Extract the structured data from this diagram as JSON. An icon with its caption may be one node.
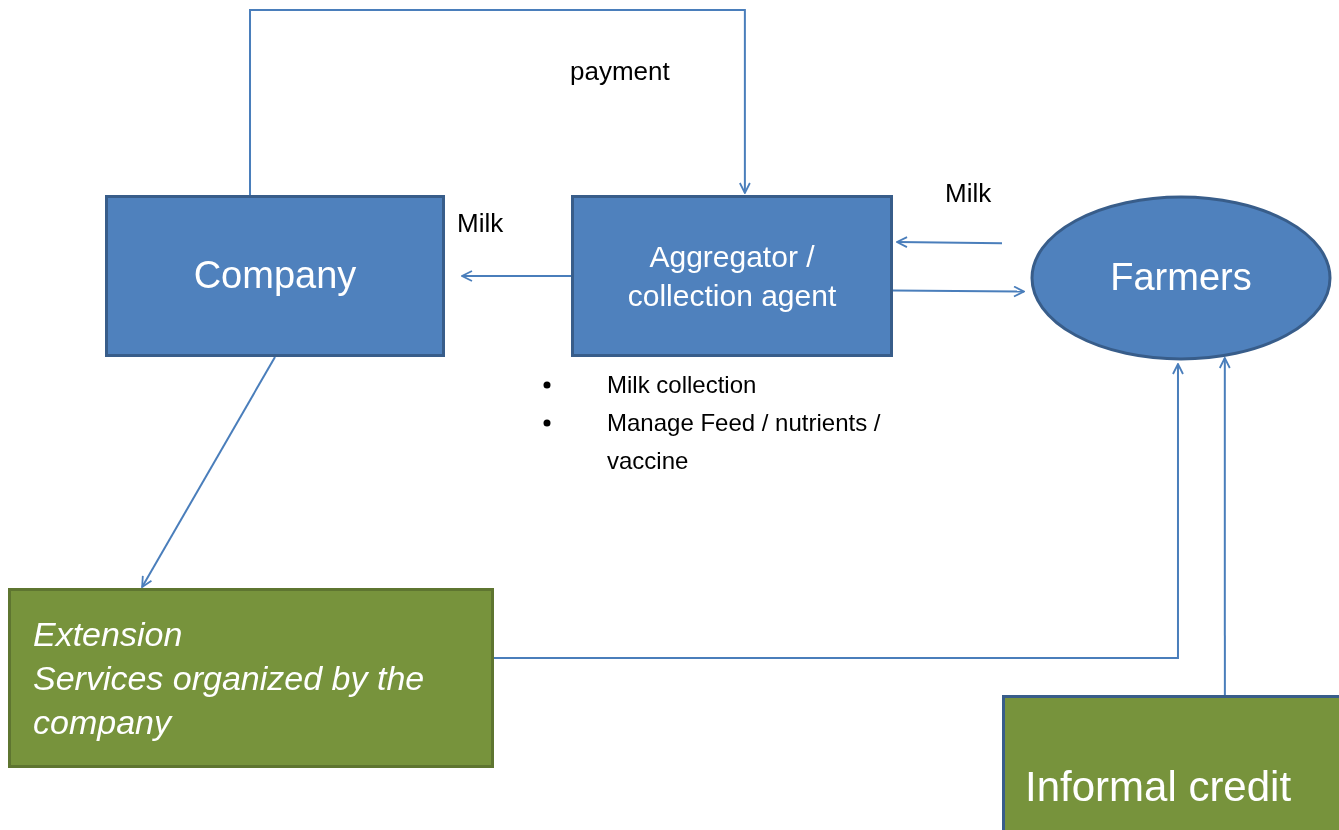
{
  "diagram": {
    "nodes": [
      {
        "text": [
          "Company"
        ]
      },
      {
        "text": [
          "Aggregator / collection agent"
        ],
        "beside": [
          "Milk collection",
          "Manage Feed / nutrients / vaccine"
        ]
      },
      {
        "text": [
          "Farmers"
        ]
      },
      {
        "text": [
          "Extension",
          "Services organized by the company"
        ]
      },
      {
        "text": [
          "Informal credit"
        ]
      }
    ],
    "edges": [
      {
        "from": 0,
        "to": 1,
        "arrow": "to",
        "label": "payment"
      },
      {
        "from": 1,
        "to": 0,
        "arrow": "to",
        "label": "Milk"
      },
      {
        "from": 2,
        "to": 1,
        "arrow": "to",
        "label": "Milk"
      },
      {
        "from": 1,
        "to": 2,
        "arrow": "to"
      },
      {
        "from": 0,
        "to": 3,
        "arrow": "to"
      },
      {
        "from": 3,
        "to": 2,
        "arrow": "to"
      },
      {
        "from": 4,
        "to": 2,
        "arrow": "to"
      }
    ]
  }
}
